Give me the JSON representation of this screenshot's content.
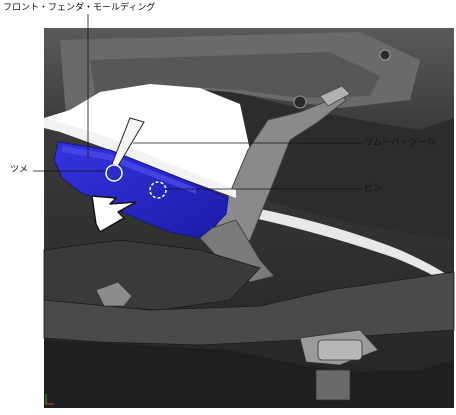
{
  "labels": {
    "title": "フロント・フェンダ・モールディング",
    "tsume": "ツメ",
    "remover": "リムーバ・ツール",
    "pin": "ピン"
  },
  "colors": {
    "molding_blue": "#2a2ad6",
    "molding_blue_dark": "#1c1ca8",
    "engine_bay_dark": "#2e2e2e",
    "body_gray": "#6e6e6e",
    "line": "#111111"
  },
  "icons": {
    "arrow": "removal-direction-arrow-icon",
    "tool": "remover-tool-icon"
  }
}
